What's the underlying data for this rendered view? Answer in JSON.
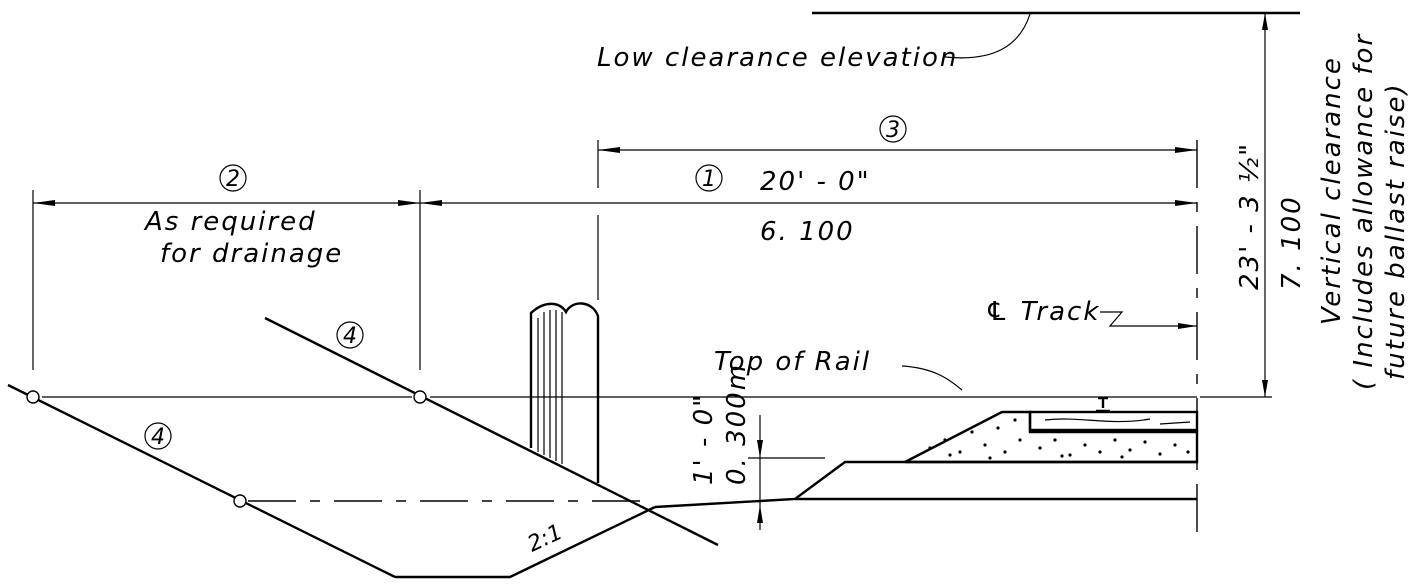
{
  "labels": {
    "low_clearance": "Low clearance elevation",
    "vertical_clearance_line1": "Vertical clearance",
    "vertical_clearance_line2": "( Includes allowance for",
    "vertical_clearance_line3": "future ballast raise)",
    "vertical_imperial": "23' - 3 ½\"",
    "vertical_metric": "7. 100",
    "horizontal_imperial": "20' - 0\"",
    "horizontal_metric": "6. 100",
    "drainage_line1": "As required",
    "drainage_line2": "for drainage",
    "track_centerline": "℄ Track",
    "top_of_rail": "Top of Rail",
    "depth_imperial": "1' - 0\"",
    "depth_metric": "0. 300m",
    "slope": "2:1"
  },
  "callouts": {
    "one": "1",
    "two": "2",
    "three": "3",
    "four_upper": "4",
    "four_lower": "4"
  }
}
